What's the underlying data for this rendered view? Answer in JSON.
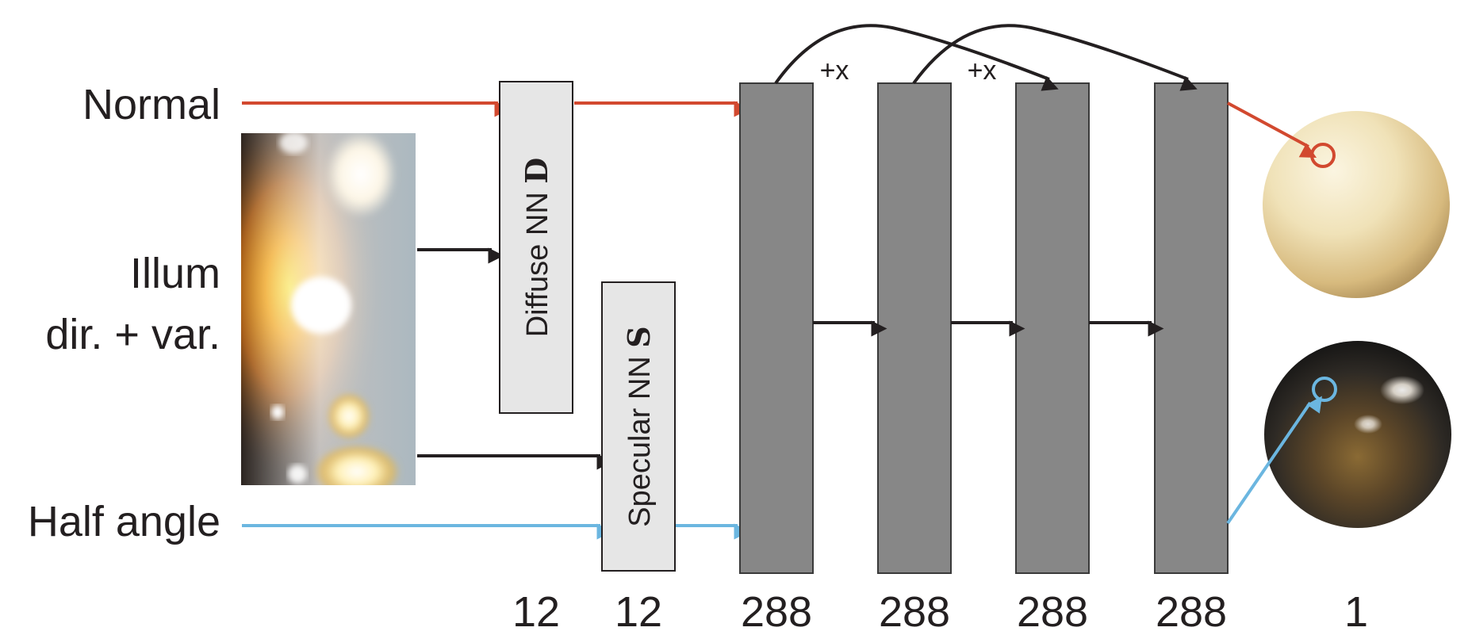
{
  "inputs": {
    "normal": "Normal",
    "illum_line1": "Illum",
    "illum_line2": "dir. + var.",
    "half_angle": "Half angle"
  },
  "diffuse_nn": {
    "prefix": "Diffuse NN ",
    "symbol": "D"
  },
  "specular_nn": {
    "prefix": "Specular NN ",
    "symbol": "S"
  },
  "skip_labels": [
    "+x",
    "+x"
  ],
  "sizes": [
    "12",
    "12",
    "288",
    "288",
    "288",
    "288",
    "1"
  ],
  "colors": {
    "normal_arrow": "#d2492f",
    "half_angle_arrow": "#6bb6e0",
    "black_arrow": "#231f20",
    "layer_fill": "#878787",
    "nn_box_fill": "#e6e6e6"
  },
  "icons": {
    "illumination_map": "illumination-map-image",
    "diffuse_sphere": "diffuse-sphere-image",
    "specular_sphere": "specular-sphere-image"
  }
}
